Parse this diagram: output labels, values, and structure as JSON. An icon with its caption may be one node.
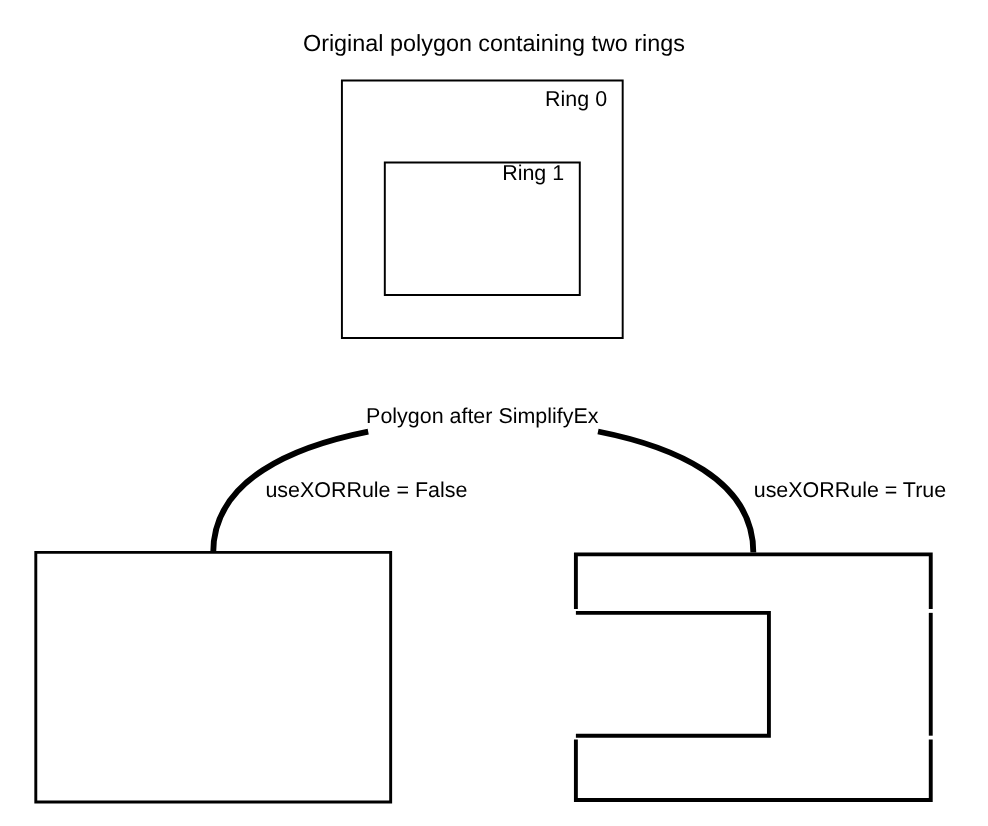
{
  "diagram": {
    "title": "Original polygon containing two rings",
    "nodes": [
      {
        "text": [
          "Ring 0"
        ]
      },
      {
        "text": [
          "Ring 1"
        ],
        "in": 0
      },
      {
        "text": [
          "Polygon after SimplifyEx"
        ]
      },
      {
        "text": [],
        "shape": "box"
      },
      {
        "text": [],
        "shape": "polygon"
      }
    ],
    "edges": [
      {
        "from": 2,
        "to": 3,
        "arrow": "none",
        "label": "useXORRule = False"
      },
      {
        "from": 2,
        "to": 4,
        "arrow": "none",
        "label": "useXORRule = True"
      }
    ]
  }
}
